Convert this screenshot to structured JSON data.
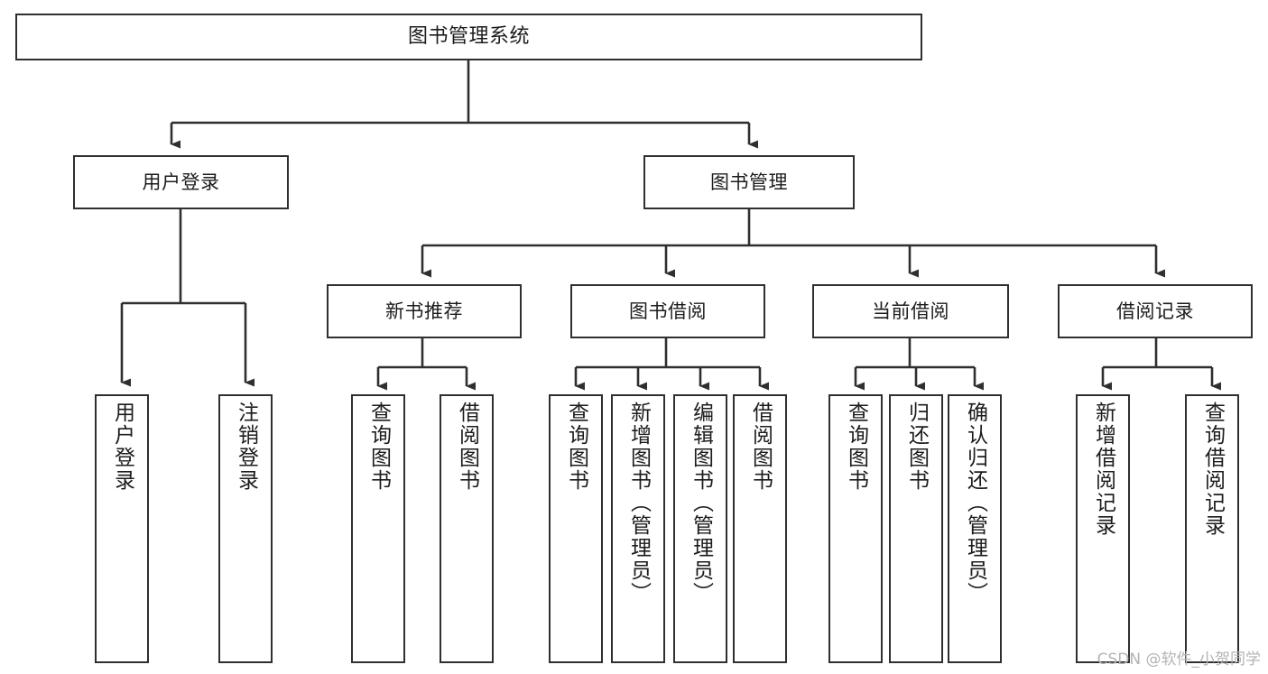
{
  "diagram": {
    "title": "图书管理系统",
    "type": "tree-hierarchy",
    "watermark": "CSDN @软件_小贺同学",
    "colors": {
      "border": "#2f2f2f",
      "fill": "#ffffff",
      "edge": "#2f2f2f",
      "text": "#1c1c1c",
      "watermark": "#b4b4b4"
    }
  },
  "nodes": {
    "root": {
      "label": "图书管理系统"
    },
    "level1": [
      {
        "label": "用户登录"
      },
      {
        "label": "图书管理"
      }
    ],
    "level2": [
      {
        "label": "新书推荐"
      },
      {
        "label": "图书借阅"
      },
      {
        "label": "当前借阅"
      },
      {
        "label": "借阅记录"
      }
    ],
    "leaves": {
      "user_login": [
        {
          "label": "用户登录"
        },
        {
          "label": "注销登录"
        }
      ],
      "new_book_recommend": [
        {
          "label": "查询图书"
        },
        {
          "label": "借阅图书"
        }
      ],
      "book_borrow": [
        {
          "label": "查询图书"
        },
        {
          "label": "新增图书（管理员）"
        },
        {
          "label": "编辑图书（管理员）"
        },
        {
          "label": "借阅图书"
        }
      ],
      "current_borrow": [
        {
          "label": "查询图书"
        },
        {
          "label": "归还图书"
        },
        {
          "label": "确认归还（管理员）"
        }
      ],
      "borrow_record": [
        {
          "label": "新增借阅记录"
        },
        {
          "label": "查询借阅记录"
        }
      ]
    }
  }
}
